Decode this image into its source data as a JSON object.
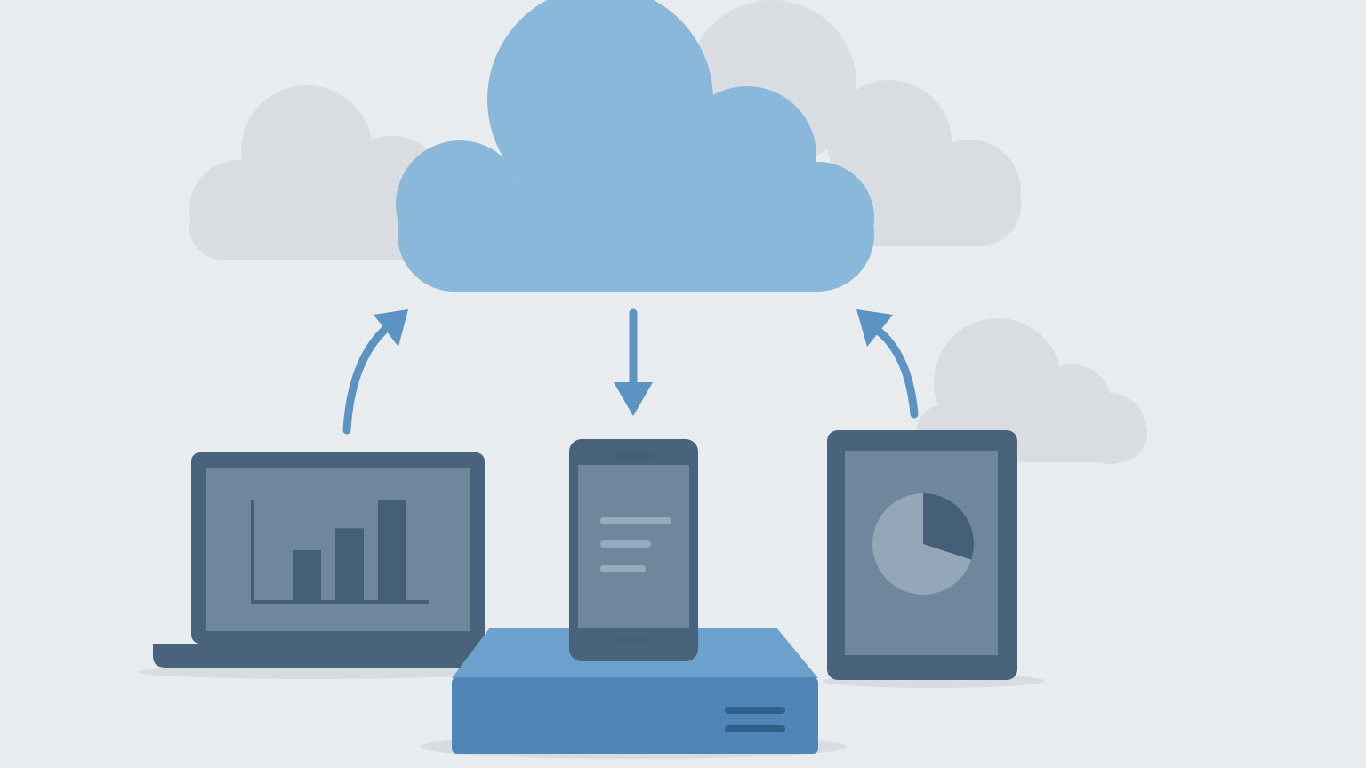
{
  "scene": {
    "background": "#e9ecef",
    "background_clouds_color": "#d9dce1",
    "main_cloud_color": "#89b8da",
    "arrow_color": "#5b93c2",
    "device_frame_color": "#4a637d",
    "device_screen_color": "#6f879d",
    "device_mark_color": "#465f78",
    "screen_line_color": "#97aabb",
    "pie_light_color": "#93a7b8",
    "server_top_color": "#6ba1cc",
    "server_front_color": "#4f86b7",
    "server_slot_color": "#2f5f8b",
    "shadow_color": "#d8dbdf"
  },
  "devices": {
    "laptop": {
      "icon": "laptop-icon",
      "screen_content": "bar-chart-icon",
      "bar_levels": [
        0.5,
        0.72,
        1.0
      ]
    },
    "phone": {
      "icon": "smartphone-icon",
      "screen_content": "text-lines-icon"
    },
    "tablet": {
      "icon": "tablet-icon",
      "screen_content": "pie-chart-icon",
      "pie_highlight_fraction": 0.3
    },
    "server": {
      "icon": "server-icon"
    }
  },
  "flows": [
    {
      "icon": "arrow-up-icon",
      "from": "laptop",
      "to": "cloud"
    },
    {
      "icon": "arrow-down-icon",
      "from": "cloud",
      "to": "phone"
    },
    {
      "icon": "arrow-up-icon",
      "from": "tablet",
      "to": "cloud"
    }
  ]
}
